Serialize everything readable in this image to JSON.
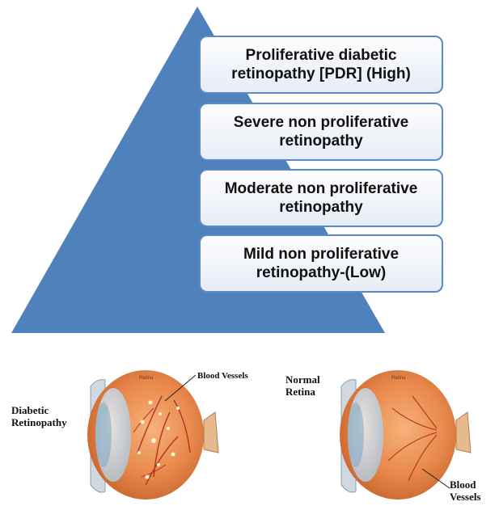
{
  "pyramid": {
    "levels": [
      {
        "label": "Proliferative diabetic retinopathy [PDR] (High)"
      },
      {
        "label": "Severe non proliferative retinopathy"
      },
      {
        "label": "Moderate non proliferative retinopathy"
      },
      {
        "label": "Mild non proliferative retinopathy-(Low)"
      }
    ],
    "colors": {
      "triangle": "#4f81bd",
      "box_border": "#5a8ac6",
      "box_fill": "#eef2f9"
    }
  },
  "eyes": {
    "diabetic": {
      "title": "Diabetic\nRetinopathy",
      "retina_tag": "Retina",
      "vessel_label": "Blood Vessels"
    },
    "normal": {
      "title": "Normal\nRetina",
      "retina_tag": "Retina",
      "vessel_label": "Blood\nVessels"
    }
  }
}
